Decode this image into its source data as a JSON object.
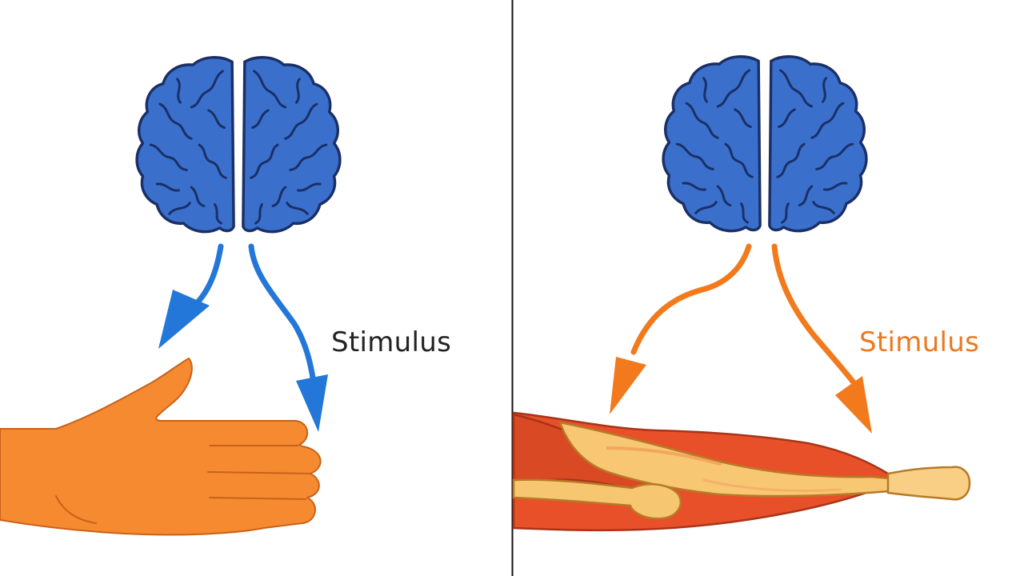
{
  "panels": [
    {
      "id": "left",
      "stimulus_label": "Stimulus",
      "label_color": "#222222",
      "arrow_color": "#2277d8",
      "brain_color": "#3a6fcc",
      "limb": "hand",
      "limb_color": "#f58a30"
    },
    {
      "id": "right",
      "stimulus_label": "Stimulus",
      "label_color": "#ea7a22",
      "arrow_color": "#f27a1c",
      "brain_color": "#3a6fcc",
      "limb": "muscle",
      "limb_color": "#e8502a"
    }
  ],
  "divider_color": "#111111"
}
